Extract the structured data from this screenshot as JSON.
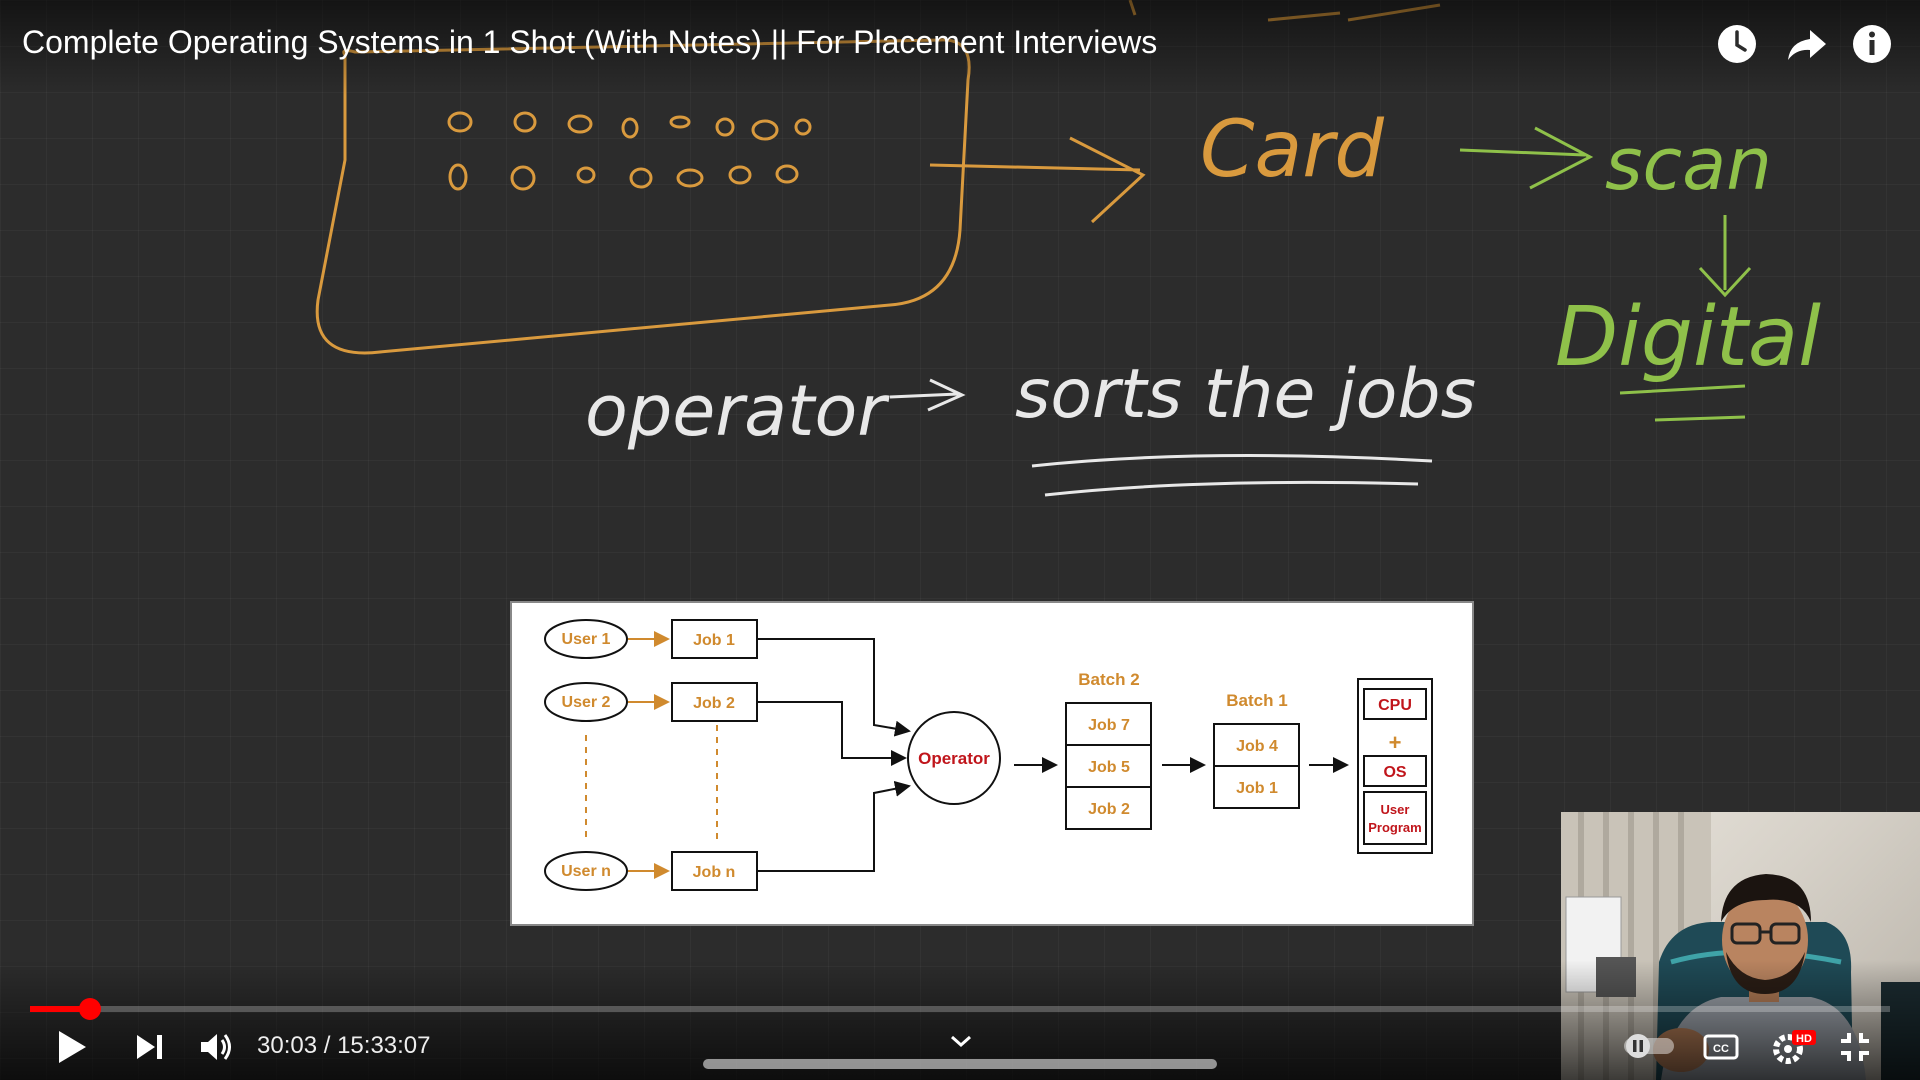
{
  "video": {
    "title": "Complete Operating Systems in 1 Shot (With Notes) || For Placement Interviews",
    "time_current": "30:03",
    "time_separator": "/",
    "time_total": "15:33:07",
    "progress_fraction": 0.032
  },
  "top_icons": [
    "watch-later-icon",
    "share-icon",
    "info-icon"
  ],
  "whiteboard": {
    "card_label": "Card",
    "scan_label": "scan",
    "digital_label": "Digital",
    "operator_label": "operator",
    "sorts_label": "sorts the jobs"
  },
  "diagram": {
    "users": [
      "User 1",
      "User 2",
      "User n"
    ],
    "jobs": [
      "Job 1",
      "Job 2",
      "Job n"
    ],
    "operator": "Operator",
    "batch2": {
      "title": "Batch 2",
      "jobs": [
        "Job 7",
        "Job 5",
        "Job 2"
      ]
    },
    "batch1": {
      "title": "Batch 1",
      "jobs": [
        "Job 4",
        "Job 1"
      ]
    },
    "system": {
      "cpu": "CPU",
      "plus": "+",
      "os": "OS",
      "user_program_1": "User",
      "user_program_2": "Program"
    }
  },
  "controls": [
    "play-icon",
    "next-icon",
    "volume-icon",
    "chevron-down-icon",
    "autoplay-toggle",
    "captions-icon",
    "settings-icon",
    "fullscreen-exit-icon"
  ],
  "badges": {
    "hd": "HD",
    "cc": "CC"
  },
  "colors": {
    "accent": "#ff0000",
    "ink_orange": "#d99a3e",
    "ink_green": "#8fc14a",
    "ink_white": "#e8e8e8",
    "diagram_orange": "#d08a2e",
    "diagram_red": "#c0151b"
  }
}
